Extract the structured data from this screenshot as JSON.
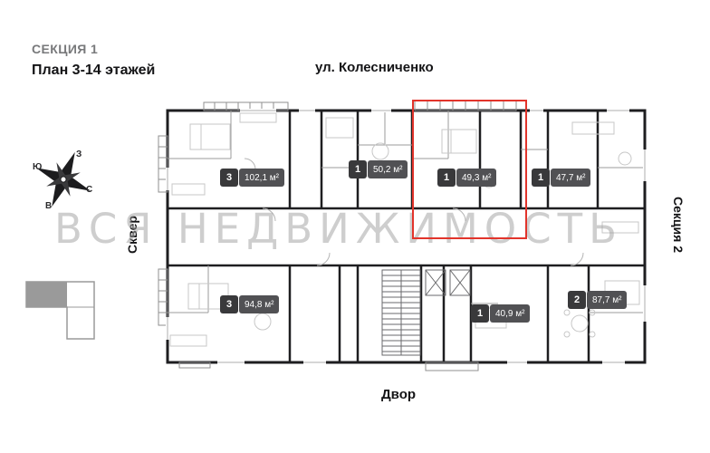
{
  "header": {
    "section": "СЕКЦИЯ 1",
    "plan": "План 3-14 этажей"
  },
  "labels": {
    "street_top": "ул. Колесниченко",
    "right_side": "Секция 2",
    "left_side": "Сквер",
    "bottom": "Двор"
  },
  "compass": {
    "n": "С",
    "s": "Ю",
    "w": "З",
    "e": "В"
  },
  "watermark": "ВСЯ НЕДВИЖИМОСТЬ",
  "apartments": [
    {
      "rooms": "3",
      "area": "102,1 м²",
      "highlighted": false
    },
    {
      "rooms": "1",
      "area": "50,2 м²",
      "highlighted": false
    },
    {
      "rooms": "1",
      "area": "49,3 м²",
      "highlighted": true
    },
    {
      "rooms": "1",
      "area": "47,7 м²",
      "highlighted": false
    },
    {
      "rooms": "3",
      "area": "94,8 м²",
      "highlighted": false
    },
    {
      "rooms": "1",
      "area": "40,9 м²",
      "highlighted": false
    },
    {
      "rooms": "2",
      "area": "87,7 м²",
      "highlighted": false
    }
  ],
  "colors": {
    "highlight_outline": "#e2342b",
    "badge_rooms_bg": "#39393b",
    "badge_area_bg": "#515154",
    "walls": "#1e1e20",
    "watermark_gray": "#9e9e9e",
    "section_title_gray": "#78797b"
  }
}
